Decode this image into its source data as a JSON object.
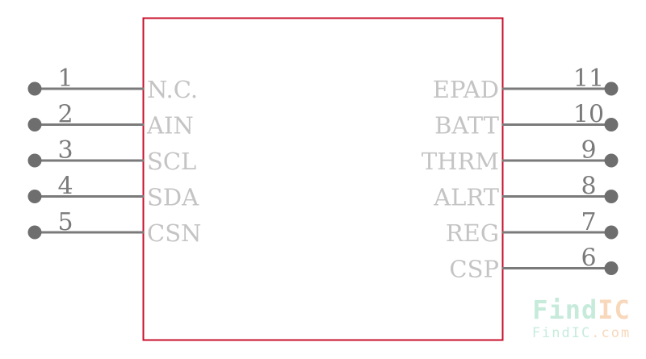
{
  "colors": {
    "body_border": "#c8102e",
    "pin_line": "#7a7a7a",
    "pin_dot": "#6e6e6e",
    "pin_number": "#7a7a7a",
    "pin_label": "#c4c4c4",
    "watermark_green": "#8fd9b8",
    "watermark_orange": "#f2b27a"
  },
  "left_pins": [
    {
      "number": "1",
      "label": "N.C."
    },
    {
      "number": "2",
      "label": "AIN"
    },
    {
      "number": "3",
      "label": "SCL"
    },
    {
      "number": "4",
      "label": "SDA"
    },
    {
      "number": "5",
      "label": "CSN"
    }
  ],
  "right_pins": [
    {
      "number": "11",
      "label": "EPAD"
    },
    {
      "number": "10",
      "label": "BATT"
    },
    {
      "number": "9",
      "label": "THRM"
    },
    {
      "number": "8",
      "label": "ALRT"
    },
    {
      "number": "7",
      "label": "REG"
    },
    {
      "number": "6",
      "label": "CSP"
    }
  ],
  "watermark": {
    "brand_part1": "Find",
    "brand_part2": "IC",
    "url_part1": "FindIC",
    "url_part2": ".com"
  }
}
